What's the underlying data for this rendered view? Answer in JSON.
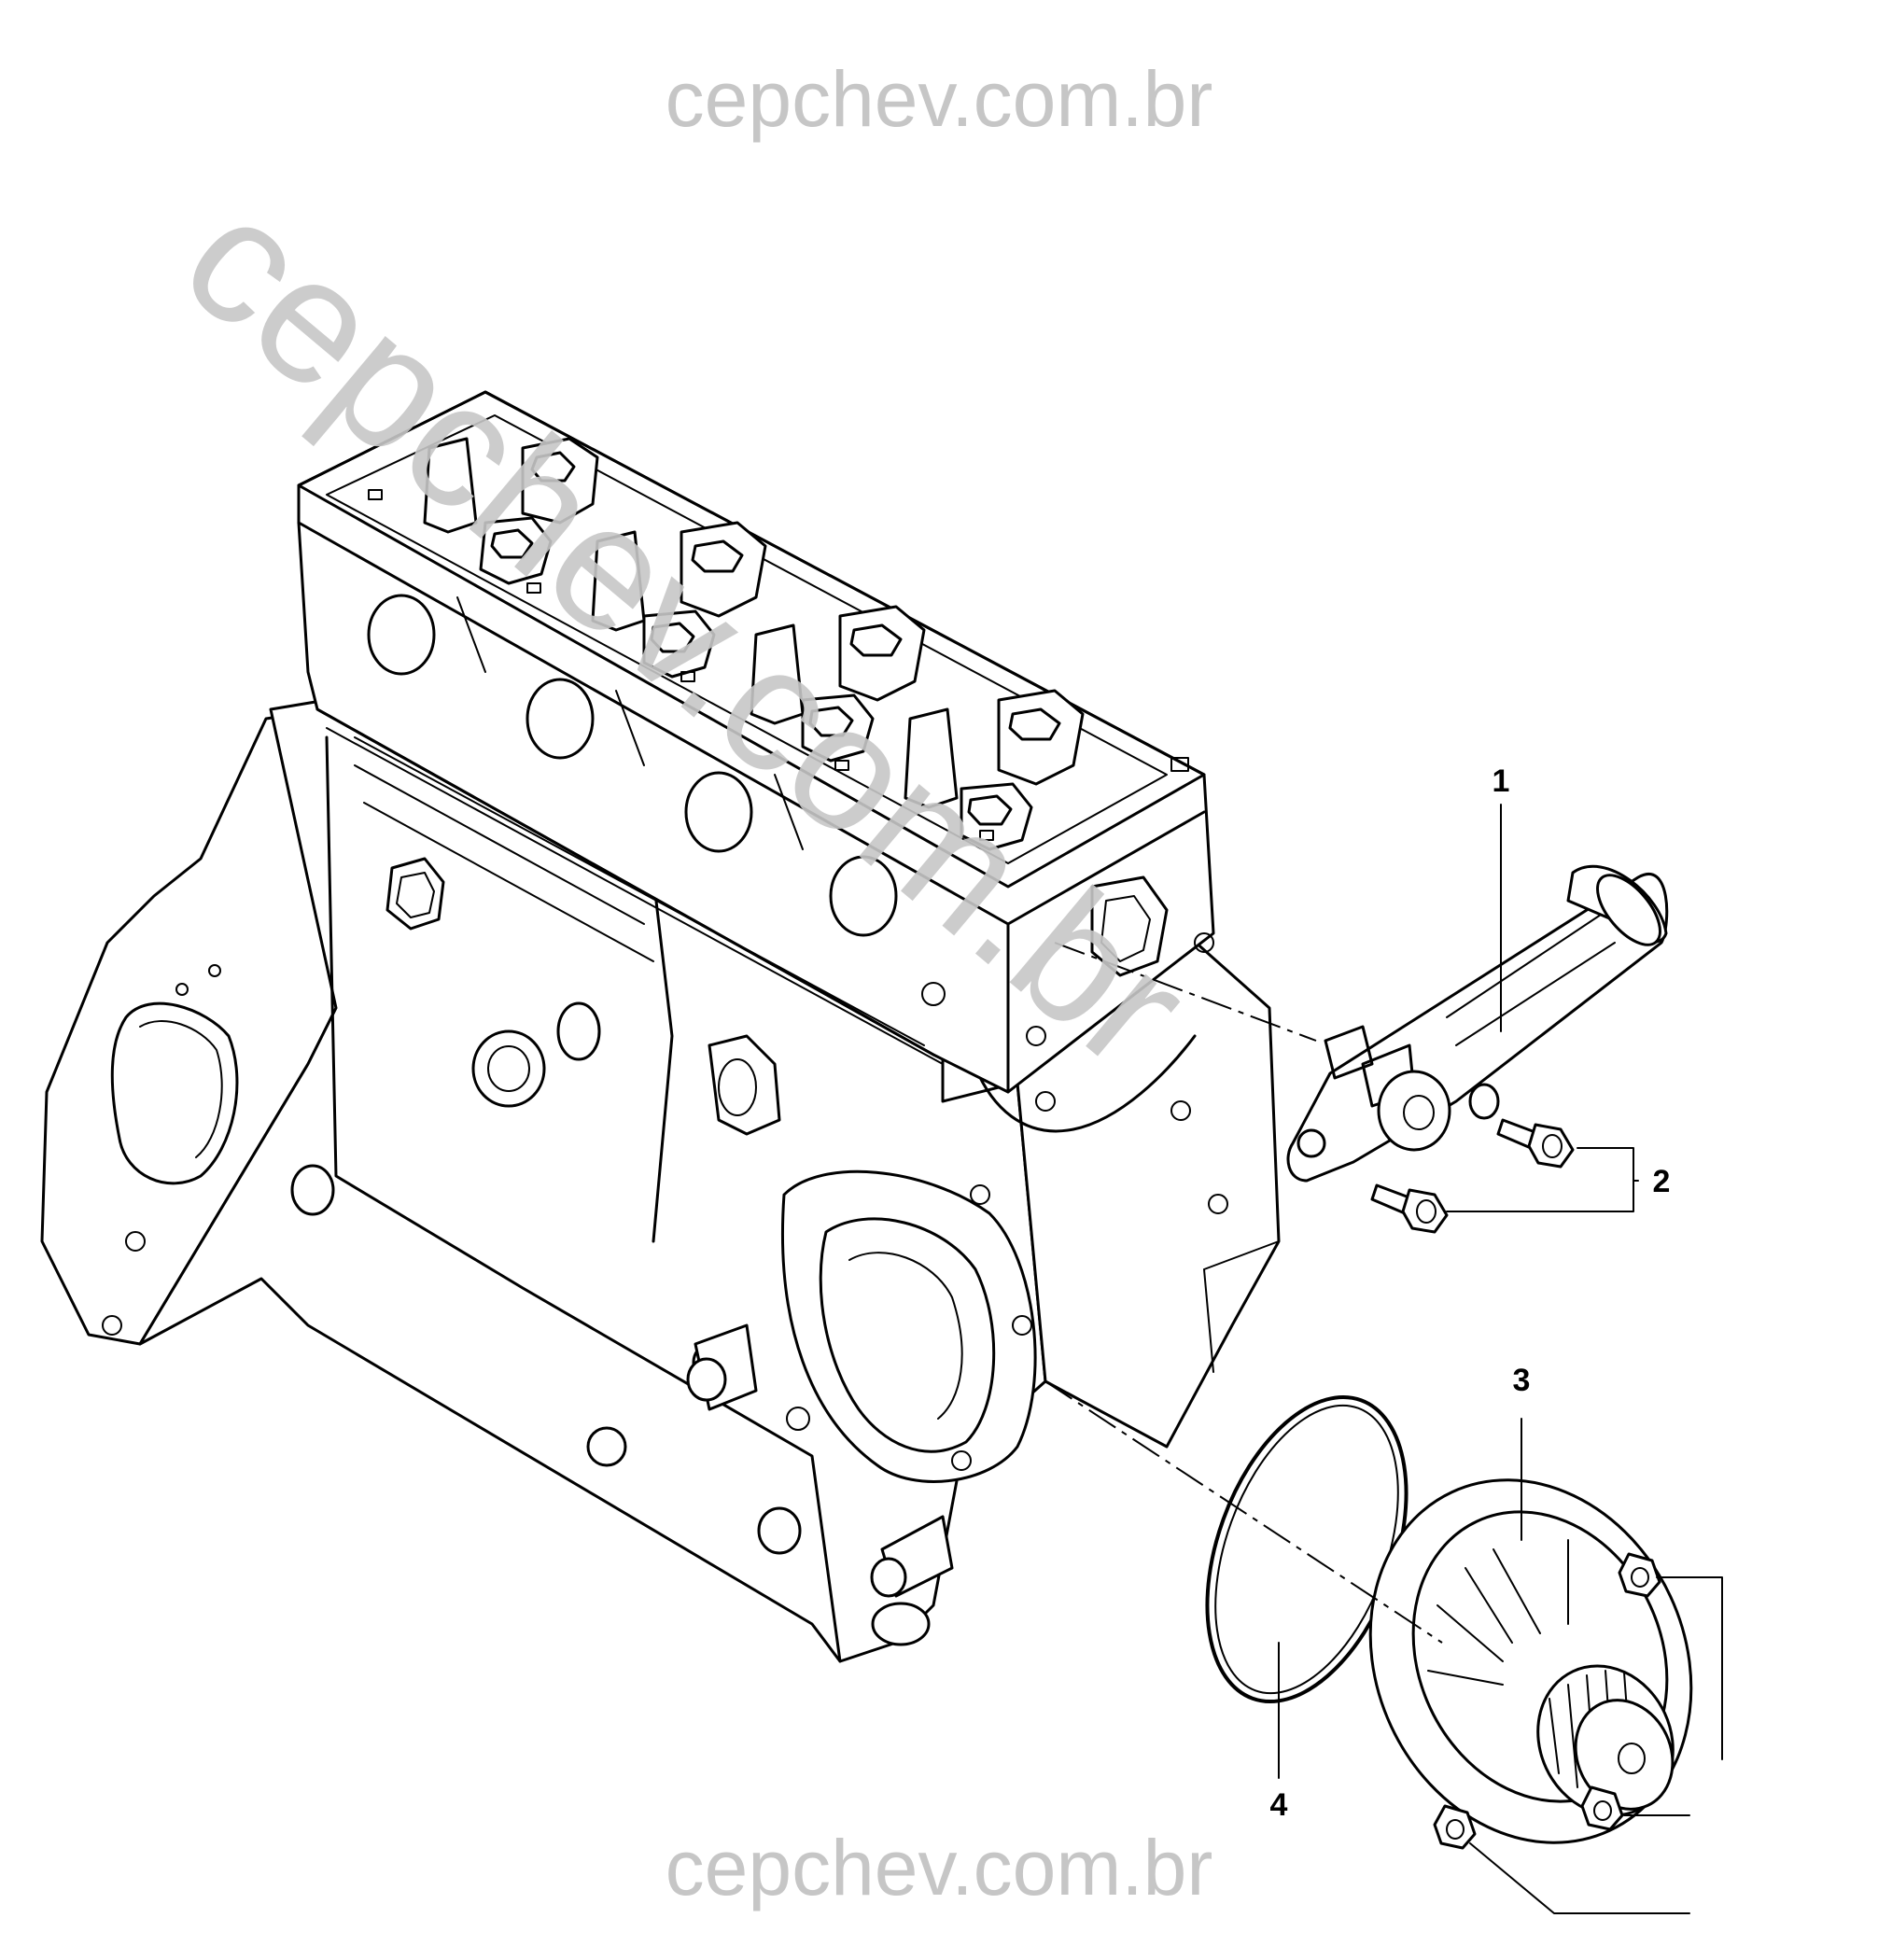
{
  "watermark": {
    "top_text": "cepchev.com.br",
    "bottom_text": "cepchev.com.br",
    "diagonal_text": "cepchev.com.br",
    "color": "#c6c6c6"
  },
  "diagram": {
    "subject": "engine-block-with-cylinder-head",
    "callouts": [
      {
        "label": "1",
        "part": "coolant-outlet-pipe"
      },
      {
        "label": "2",
        "part": "bolts"
      },
      {
        "label": "3",
        "part": "water-pump"
      },
      {
        "label": "4",
        "part": "o-ring-seal"
      }
    ]
  }
}
